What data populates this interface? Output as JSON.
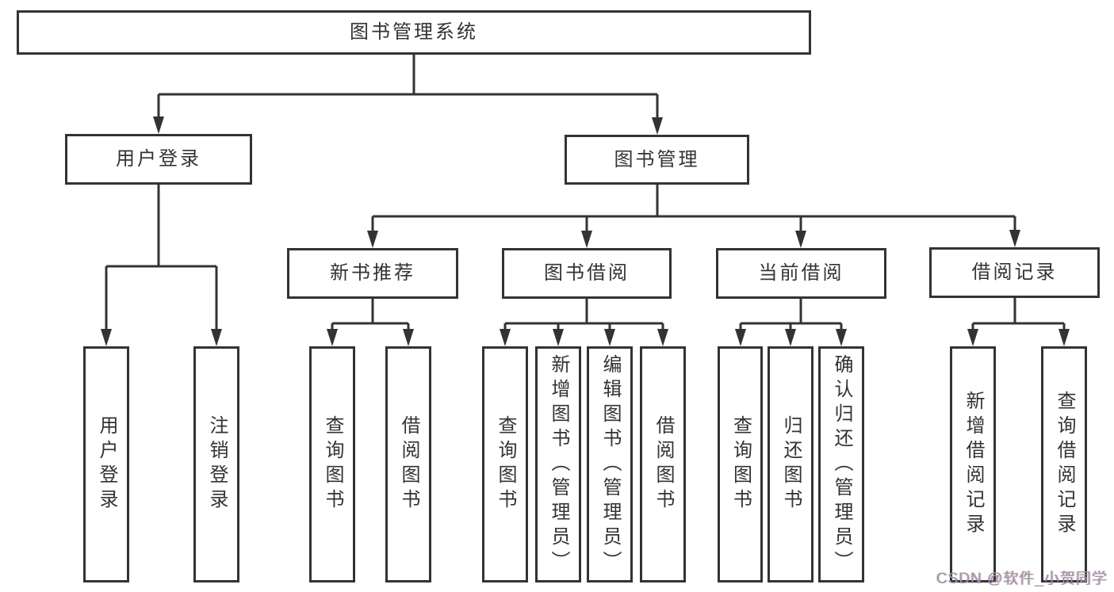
{
  "diagram": {
    "root": {
      "label": "图书管理系统"
    },
    "level1": [
      {
        "label": "用户登录"
      },
      {
        "label": "图书管理"
      }
    ],
    "level2": [
      {
        "label": "新书推荐"
      },
      {
        "label": "图书借阅"
      },
      {
        "label": "当前借阅"
      },
      {
        "label": "借阅记录"
      }
    ],
    "groups": {
      "login": [
        {
          "label": "用户登录"
        },
        {
          "label": "注销登录"
        }
      ],
      "recommend": [
        {
          "label": "查询图书"
        },
        {
          "label": "借阅图书"
        }
      ],
      "borrow": [
        {
          "label": "查询图书"
        },
        {
          "label": "新增图书（管理员）"
        },
        {
          "label": "编辑图书（管理员）"
        },
        {
          "label": "借阅图书"
        }
      ],
      "current": [
        {
          "label": "查询图书"
        },
        {
          "label": "归还图书"
        },
        {
          "label": "确认归还（管理员）"
        }
      ],
      "records": [
        {
          "label": "新增借阅记录"
        },
        {
          "label": "查询借阅记录"
        }
      ]
    },
    "watermark": "CSDN @软件_小贺同学",
    "colors": {
      "line": "#333333",
      "box_background": "#ffffff",
      "text": "#333333",
      "watermark": "#9b9b9b"
    }
  }
}
